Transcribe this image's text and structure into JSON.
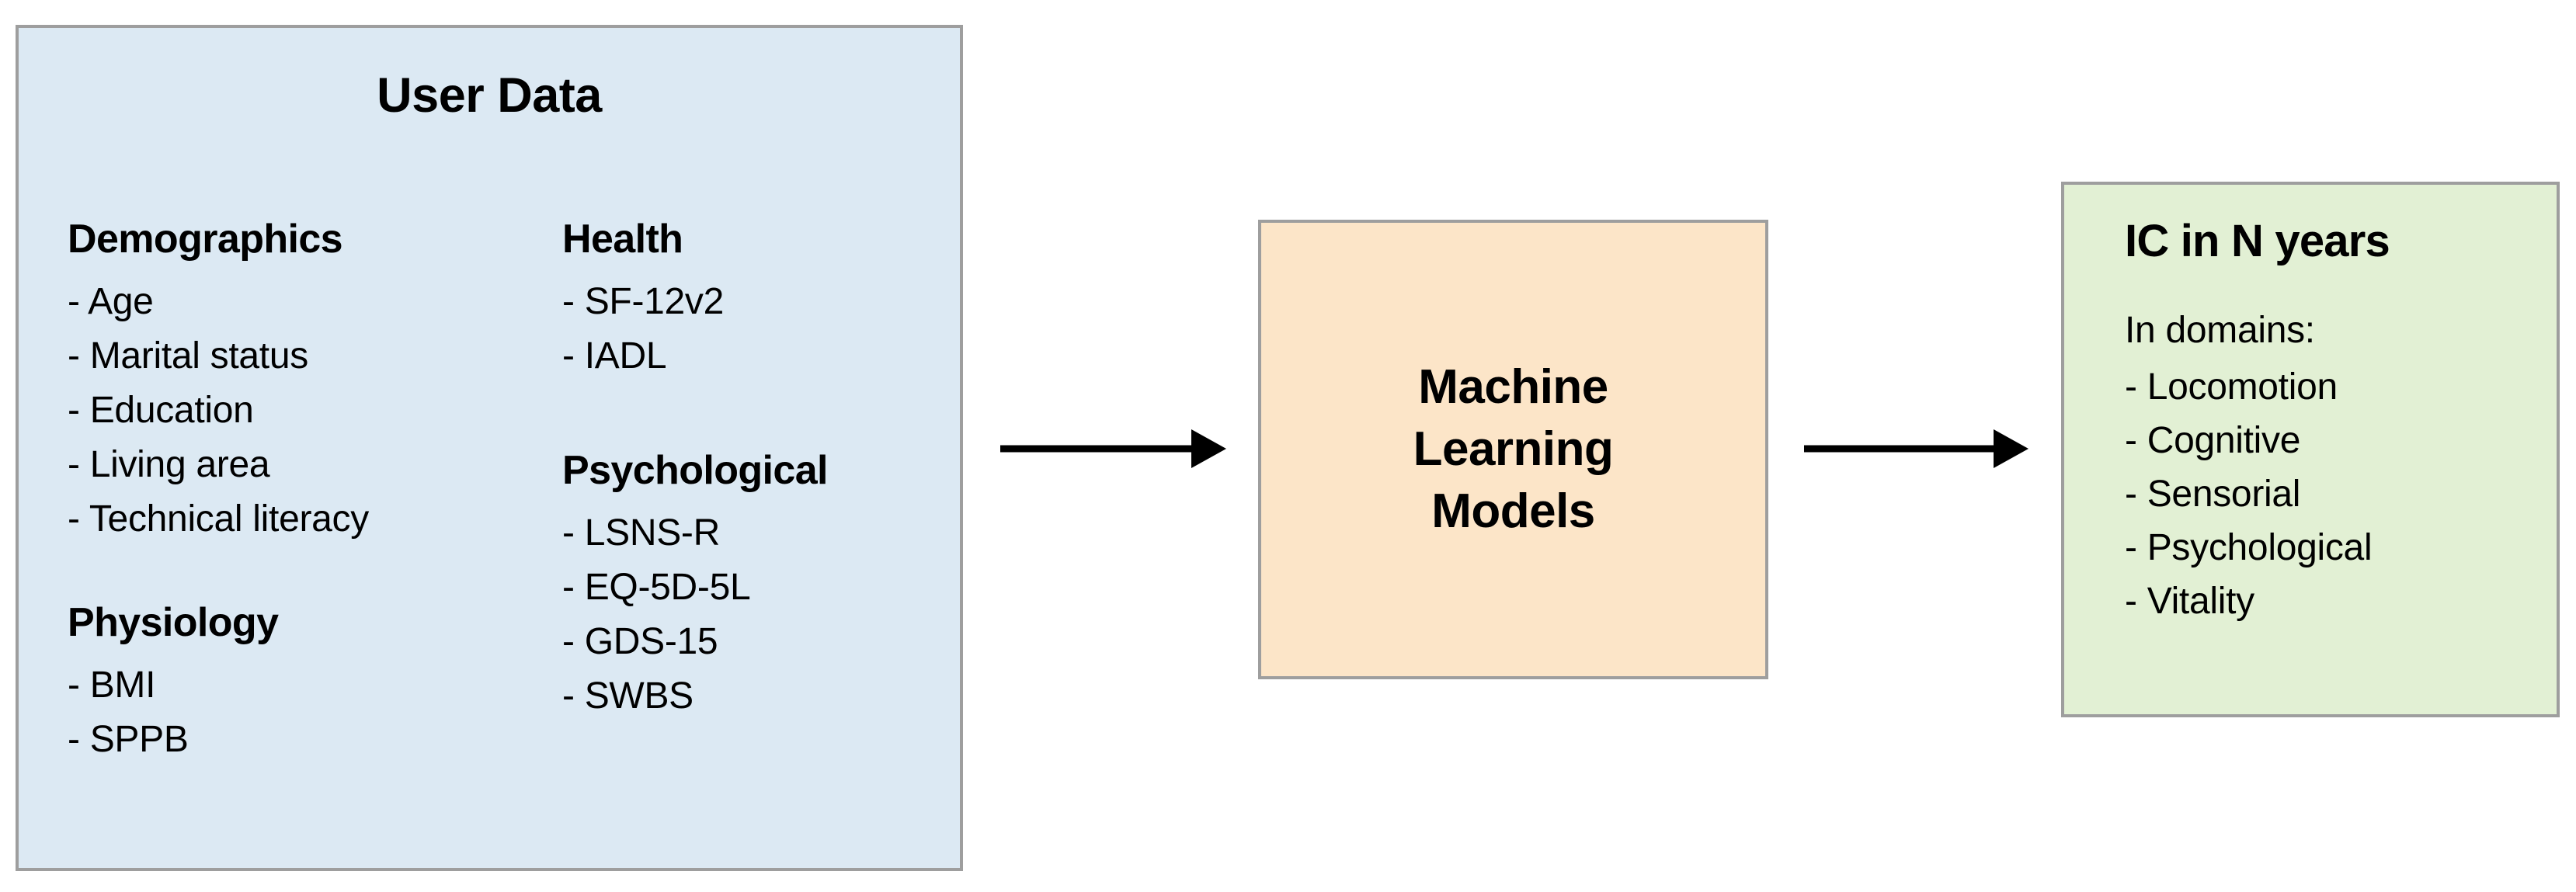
{
  "diagram": {
    "title_text": "User Data",
    "colors": {
      "input_fill": "#dce9f3",
      "model_fill": "#fce5c8",
      "outcome_fill": "#e2f0d4",
      "border": "#9e9e9e",
      "arrow": "#000000",
      "text": "#000000"
    }
  },
  "user_data": {
    "title": "User Data",
    "left_column": [
      {
        "heading": "Demographics",
        "items": [
          "- Age",
          "- Marital status",
          "- Education",
          "- Living area",
          "- Technical literacy"
        ]
      },
      {
        "heading": "Physiology",
        "items": [
          "- BMI",
          "- SPPB"
        ]
      }
    ],
    "right_column": [
      {
        "heading": "Health",
        "items": [
          "- SF-12v2",
          "- IADL"
        ]
      },
      {
        "heading": "Psychological",
        "items": [
          "- LSNS-R",
          "- EQ-5D-5L",
          "- GDS-15",
          "- SWBS"
        ]
      }
    ]
  },
  "model": {
    "line1": "Machine",
    "line2": "Learning",
    "line3": "Models"
  },
  "outcome": {
    "title": "IC in N years",
    "subtitle": "In domains:",
    "items": [
      "- Locomotion",
      "- Cognitive",
      "- Sensorial",
      "- Psychological",
      "- Vitality"
    ]
  },
  "arrows": [
    {
      "name": "arrow-input-to-model"
    },
    {
      "name": "arrow-model-to-outcome"
    }
  ]
}
